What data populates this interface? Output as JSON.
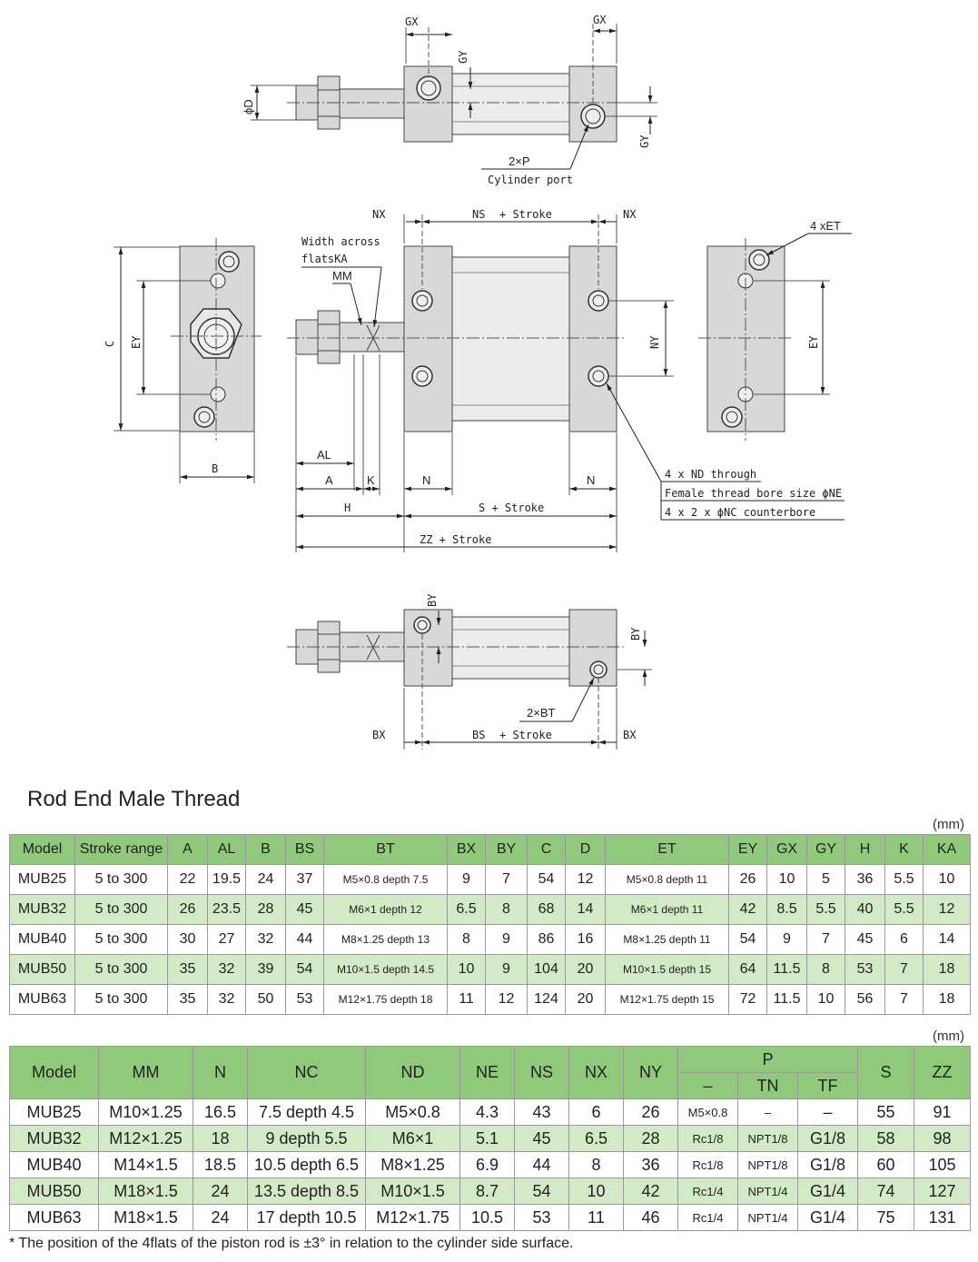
{
  "drawing": {
    "top_view": {
      "gx_left": "GX",
      "gx_right": "GX",
      "gy_top": "GY",
      "gy_bottom": "GY",
      "d": "ϕD",
      "port_count": "2×P",
      "port_label": "Cylinder port"
    },
    "side_view": {
      "nx_left": "NX",
      "nx_right": "NX",
      "ns": "NS",
      "ns_stroke": "+ Stroke",
      "width_across": "Width across",
      "flats_ka": "flatsKA",
      "mm": "MM",
      "c": "C",
      "ey_left": "EY",
      "b": "B",
      "al": "AL",
      "a": "A",
      "k": "K",
      "n_left": "N",
      "n_right": "N",
      "h": "H",
      "s": "S + Stroke",
      "zz": "ZZ + Stroke",
      "ny": "NY",
      "et": "4 xET",
      "ey_right": "EY",
      "nd": "4 x ND through",
      "ne": "Female thread bore size ϕNE",
      "nc": "4 x 2 x ϕNC counterbore"
    },
    "bottom_view": {
      "by_left": "BY",
      "by_right": "BY",
      "bt": "2×BT",
      "bx_left": "BX",
      "bx_right": "BX",
      "bs": "BS",
      "bs_stroke": "+ Stroke"
    }
  },
  "section_title": "Rod End Male Thread",
  "unit_label": "(mm)",
  "table1": {
    "headers": [
      "Model",
      "Stroke range",
      "A",
      "AL",
      "B",
      "BS",
      "BT",
      "BX",
      "BY",
      "C",
      "D",
      "ET",
      "EY",
      "GX",
      "GY",
      "H",
      "K",
      "KA"
    ],
    "rows": [
      [
        "MUB25",
        "5 to 300",
        "22",
        "19.5",
        "24",
        "37",
        "M5×0.8 depth 7.5",
        "9",
        "7",
        "54",
        "12",
        "M5×0.8 depth 11",
        "26",
        "10",
        "5",
        "36",
        "5.5",
        "10"
      ],
      [
        "MUB32",
        "5 to 300",
        "26",
        "23.5",
        "28",
        "45",
        "M6×1 depth 12",
        "6.5",
        "8",
        "68",
        "14",
        "M6×1 depth 11",
        "42",
        "8.5",
        "5.5",
        "40",
        "5.5",
        "12"
      ],
      [
        "MUB40",
        "5 to 300",
        "30",
        "27",
        "32",
        "44",
        "M8×1.25 depth 13",
        "8",
        "9",
        "86",
        "16",
        "M8×1.25 depth 11",
        "54",
        "9",
        "7",
        "45",
        "6",
        "14"
      ],
      [
        "MUB50",
        "5 to 300",
        "35",
        "32",
        "39",
        "54",
        "M10×1.5 depth 14.5",
        "10",
        "9",
        "104",
        "20",
        "M10×1.5 depth 15",
        "64",
        "11.5",
        "8",
        "53",
        "7",
        "18"
      ],
      [
        "MUB63",
        "5 to 300",
        "35",
        "32",
        "50",
        "53",
        "M12×1.75 depth 18",
        "11",
        "12",
        "124",
        "20",
        "M12×1.75 depth 15",
        "72",
        "11.5",
        "10",
        "56",
        "7",
        "18"
      ]
    ]
  },
  "table2": {
    "headers": [
      "Model",
      "MM",
      "N",
      "NC",
      "ND",
      "NE",
      "NS",
      "NX",
      "NY",
      "P",
      "S",
      "ZZ"
    ],
    "p_sub": [
      "–",
      "TN",
      "TF"
    ],
    "rows": [
      [
        "MUB25",
        "M10×1.25",
        "16.5",
        "7.5 depth 4.5",
        "M5×0.8",
        "4.3",
        "43",
        "6",
        "26",
        "M5×0.8",
        "–",
        "–",
        "55",
        "91"
      ],
      [
        "MUB32",
        "M12×1.25",
        "18",
        "9 depth 5.5",
        "M6×1",
        "5.1",
        "45",
        "6.5",
        "28",
        "Rc1/8",
        "NPT1/8",
        "G1/8",
        "58",
        "98"
      ],
      [
        "MUB40",
        "M14×1.5",
        "18.5",
        "10.5 depth 6.5",
        "M8×1.25",
        "6.9",
        "44",
        "8",
        "36",
        "Rc1/8",
        "NPT1/8",
        "G1/8",
        "60",
        "105"
      ],
      [
        "MUB50",
        "M18×1.5",
        "24",
        "13.5 depth 8.5",
        "M10×1.5",
        "8.7",
        "54",
        "10",
        "42",
        "Rc1/4",
        "NPT1/4",
        "G1/4",
        "74",
        "127"
      ],
      [
        "MUB63",
        "M18×1.5",
        "24",
        "17 depth 10.5",
        "M12×1.75",
        "10.5",
        "53",
        "11",
        "46",
        "Rc1/4",
        "NPT1/4",
        "G1/4",
        "75",
        "131"
      ]
    ]
  },
  "footnote": "* The position of the 4flats of the piston rod is ±3° in relation to the cylinder side surface."
}
